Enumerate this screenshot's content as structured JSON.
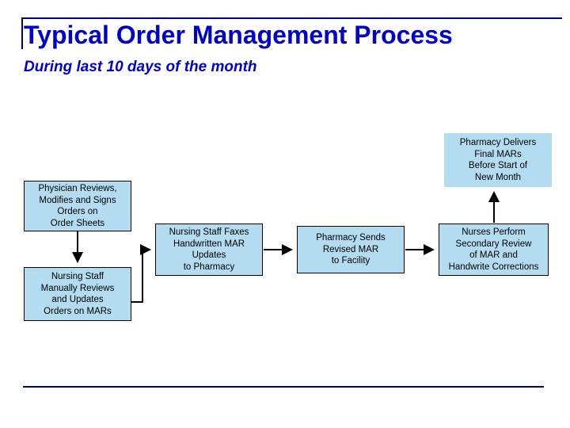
{
  "slide": {
    "title": "Typical Order Management Process",
    "subtitle": "During last 10 days of the month",
    "title_color": "#0000cc",
    "rule_color": "#000080",
    "box_fill": "#b3dcf0",
    "box_border": "#000000",
    "arrow_color": "#000000"
  },
  "diagram": {
    "type": "flowchart",
    "boxes": [
      {
        "id": "physician-reviews",
        "text": "Physician Reviews,\nModifies and Signs\nOrders on\nOrder Sheets"
      },
      {
        "id": "nursing-staff-mars",
        "text": "Nursing Staff\nManually Reviews\nand Updates\nOrders on MARs"
      },
      {
        "id": "nursing-staff-faxes",
        "text": "Nursing Staff Faxes\nHandwritten MAR\nUpdates\nto Pharmacy"
      },
      {
        "id": "pharmacy-sends-revised-mar",
        "text": "Pharmacy Sends\nRevised MAR\nto Facility"
      },
      {
        "id": "nurses-secondary-review",
        "text": "Nurses Perform\nSecondary Review\nof MAR and\nHandwrite Corrections"
      },
      {
        "id": "pharmacy-delivers-final-mars",
        "text": "Pharmacy Delivers\nFinal MARs\nBefore Start of\nNew Month"
      }
    ],
    "connectors": [
      {
        "id": "physician-to-nursing",
        "from": "physician-reviews",
        "to": "nursing-staff-mars"
      },
      {
        "id": "nursing-to-fax",
        "from": "nursing-staff-mars",
        "to": "nursing-staff-faxes"
      },
      {
        "id": "fax-to-pharmacy",
        "from": "nursing-staff-faxes",
        "to": "pharmacy-sends-revised-mar"
      },
      {
        "id": "pharmacy-to-nurses",
        "from": "pharmacy-sends-revised-mar",
        "to": "nurses-secondary-review"
      },
      {
        "id": "nurses-to-delivery",
        "from": "nurses-secondary-review",
        "to": "pharmacy-delivers-final-mars"
      }
    ]
  }
}
